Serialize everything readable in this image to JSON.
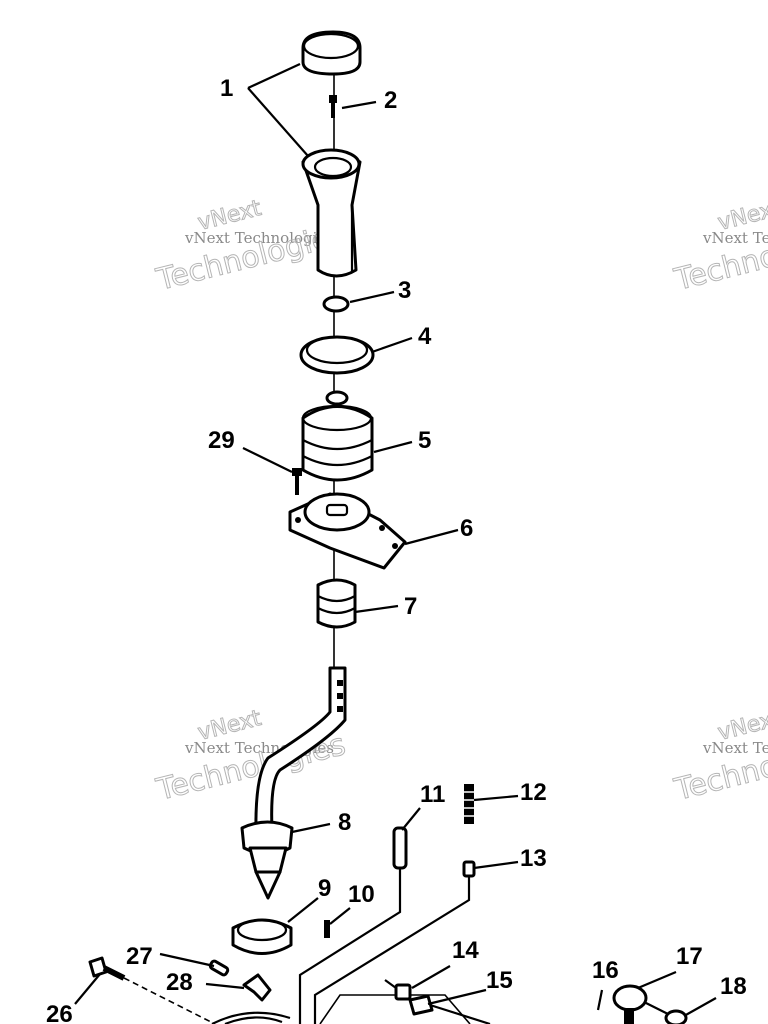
{
  "watermark": {
    "company": "vNext Technologies",
    "word1": "vNext",
    "word2": "Technologies"
  },
  "callouts": {
    "c1": "1",
    "c2": "2",
    "c3": "3",
    "c4": "4",
    "c5": "5",
    "c6": "6",
    "c7": "7",
    "c8": "8",
    "c9": "9",
    "c10": "10",
    "c11": "11",
    "c12": "12",
    "c13": "13",
    "c14": "14",
    "c15": "15",
    "c16": "16",
    "c17": "17",
    "c18": "18",
    "c26": "26",
    "c27": "27",
    "c28": "28",
    "c29": "29"
  }
}
